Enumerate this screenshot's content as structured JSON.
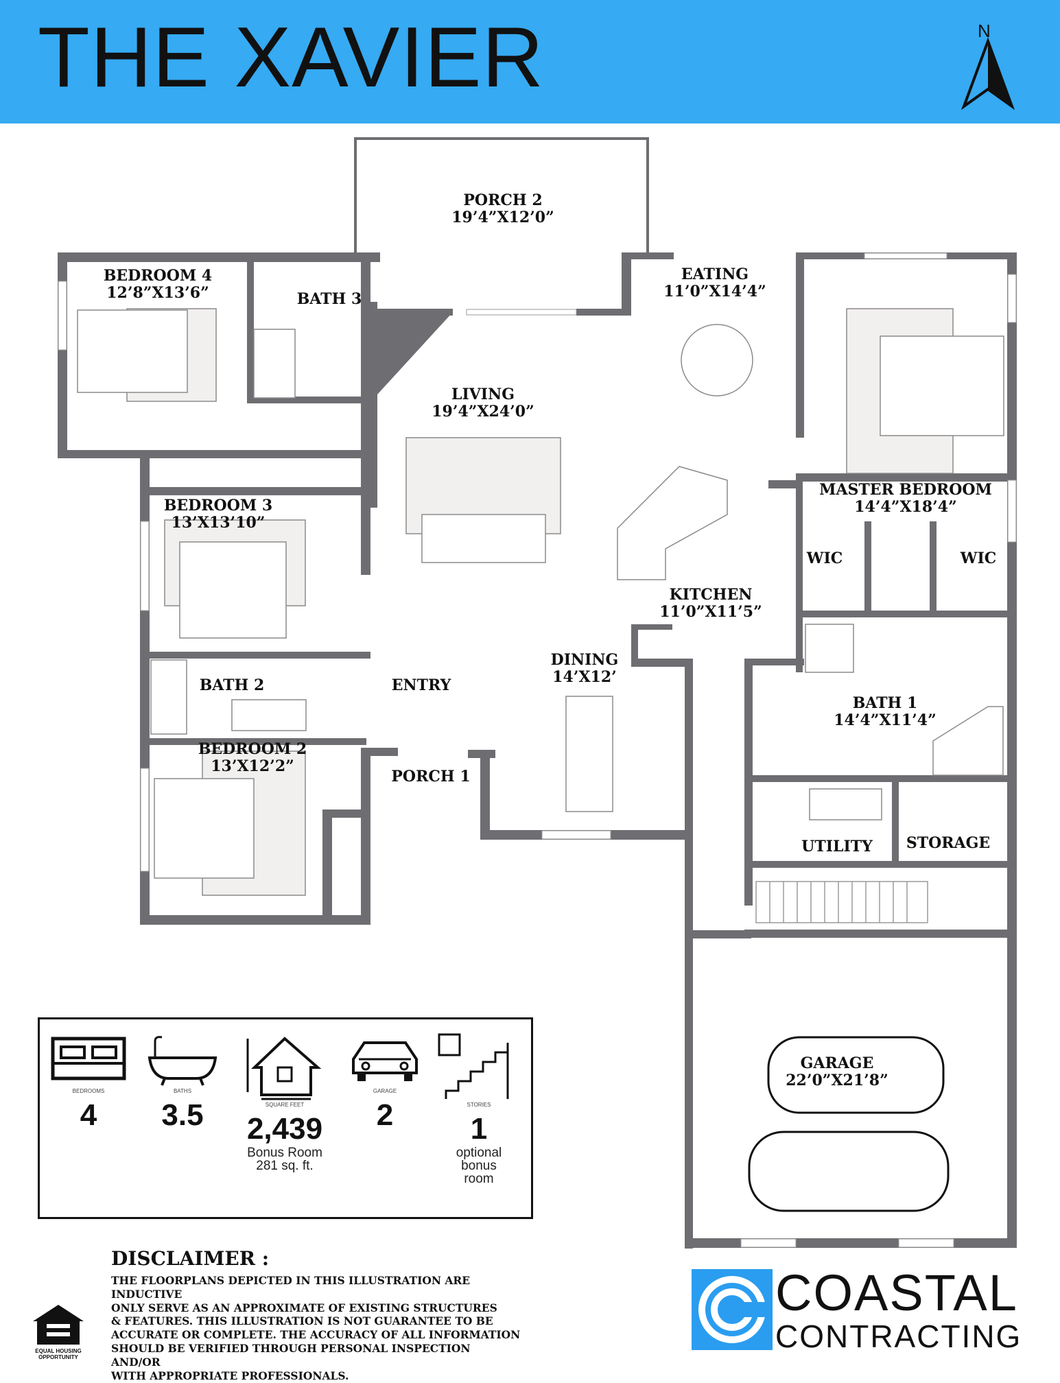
{
  "header": {
    "title": "THE XAVIER",
    "compass_letter": "N"
  },
  "rooms": [
    {
      "name": "PORCH 2",
      "dims": "19’4”X12’0”"
    },
    {
      "name": "EATING",
      "dims": "11’0”X14’4”"
    },
    {
      "name": "BEDROOM 4",
      "dims": "12’8”X13’6”"
    },
    {
      "name": "BATH 3",
      "dims": ""
    },
    {
      "name": "LIVING",
      "dims": "19’4”X24’0”"
    },
    {
      "name": "MASTER BEDROOM",
      "dims": "14’4”X18’4”"
    },
    {
      "name": "BEDROOM 3",
      "dims": "13’X13’10”"
    },
    {
      "name": "WIC",
      "dims": ""
    },
    {
      "name": "WIC",
      "dims": ""
    },
    {
      "name": "KITCHEN",
      "dims": "11’0”X11’5”"
    },
    {
      "name": "DINING",
      "dims": "14’X12’"
    },
    {
      "name": "BATH 2",
      "dims": ""
    },
    {
      "name": "ENTRY",
      "dims": ""
    },
    {
      "name": "BATH 1",
      "dims": "14’4”X11’4”"
    },
    {
      "name": "BEDROOM 2",
      "dims": "13’X12’2”"
    },
    {
      "name": "PORCH 1",
      "dims": ""
    },
    {
      "name": "UTILITY",
      "dims": ""
    },
    {
      "name": "STORAGE",
      "dims": ""
    },
    {
      "name": "GARAGE",
      "dims": "22’0”X21’8”"
    }
  ],
  "stats": [
    {
      "icon": "bed-icon",
      "caption": "BEDROOMS",
      "value": "4",
      "note": []
    },
    {
      "icon": "bathtub-icon",
      "caption": "BATHS",
      "value": "3.5",
      "note": []
    },
    {
      "icon": "house-icon",
      "caption": "SQUARE FEET",
      "value": "2,439",
      "note": [
        "Bonus Room",
        "281 sq. ft."
      ]
    },
    {
      "icon": "car-icon",
      "caption": "GARAGE",
      "value": "2",
      "note": []
    },
    {
      "icon": "stairs-icon",
      "caption": "STORIES",
      "value": "1",
      "note": [
        "optional",
        "bonus",
        "room"
      ]
    }
  ],
  "disclaimer": {
    "title": "DISCLAIMER :",
    "lines": [
      "THE FLOORPLANS DEPICTED IN THIS ILLUSTRATION ARE INDUCTIVE",
      "ONLY SERVE AS AN APPROXIMATE OF EXISTING STRUCTURES",
      "& FEATURES. THIS ILLUSTRATION IS NOT GUARANTEE TO BE",
      "ACCURATE OR COMPLETE. THE ACCURACY OF ALL INFORMATION",
      "SHOULD BE VERIFIED THROUGH PERSONAL  INSPECTION AND/OR",
      "WITH APPROPRIATE PROFESSIONALS."
    ]
  },
  "equal_housing": {
    "line1": "EQUAL HOUSING",
    "line2": "OPPORTUNITY"
  },
  "brand": {
    "line1": "COASTAL",
    "line2": "CONTRACTING"
  },
  "colors": {
    "header": "#36aaf2",
    "wall": "#6e6e72",
    "text": "#111111",
    "brand": "#2a9df0"
  }
}
